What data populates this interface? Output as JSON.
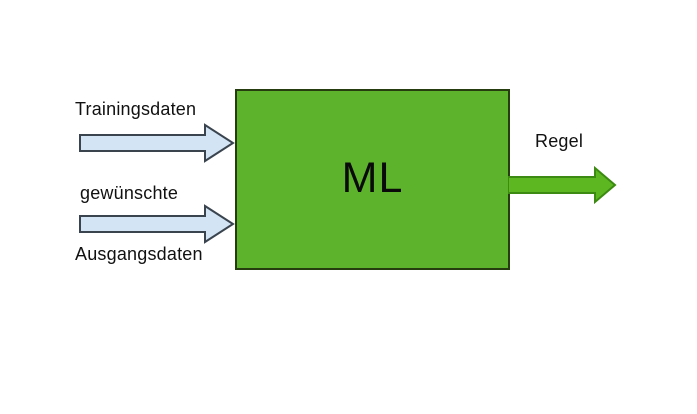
{
  "diagram": {
    "type": "block-flow-diagram",
    "description": "Machine learning schematic: training data and desired output data flow into an ML box, which produces a rule"
  },
  "ml_box": {
    "label": "ML"
  },
  "labels": {
    "input1": "Trainingsdaten",
    "input2_line1": "gewünschte",
    "input2_line2": "Ausgangsdaten",
    "output": "Regel"
  },
  "icons": {
    "input_arrow": "right-block-arrow",
    "output_arrow": "right-block-arrow"
  },
  "colors": {
    "background": "#FFFFFF",
    "text": "#111111",
    "box_fill": "#5EB32D",
    "box_border": "#263D10",
    "arrow_in_fill": "#D3E4F5",
    "arrow_in_border": "#3A444E",
    "arrow_out_fill": "#5CB721",
    "arrow_out_border": "#3C8A12"
  }
}
